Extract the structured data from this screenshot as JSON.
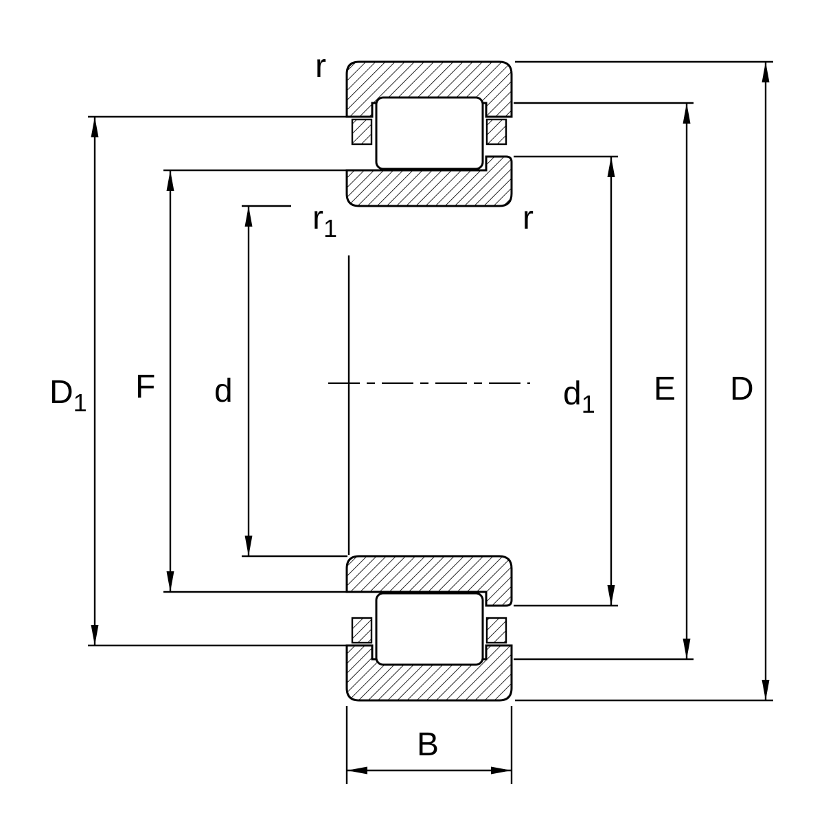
{
  "diagram": {
    "background_color": "#ffffff",
    "line_color": "#000000",
    "dimension_labels": {
      "D1": {
        "base": "D",
        "sub": "1"
      },
      "F": {
        "base": "F"
      },
      "d": {
        "base": "d"
      },
      "r_top": {
        "base": "r"
      },
      "r1": {
        "base": "r",
        "sub": "1"
      },
      "r_right": {
        "base": "r"
      },
      "d1": {
        "base": "d",
        "sub": "1"
      },
      "E": {
        "base": "E"
      },
      "D": {
        "base": "D"
      },
      "B": {
        "base": "B"
      }
    }
  }
}
